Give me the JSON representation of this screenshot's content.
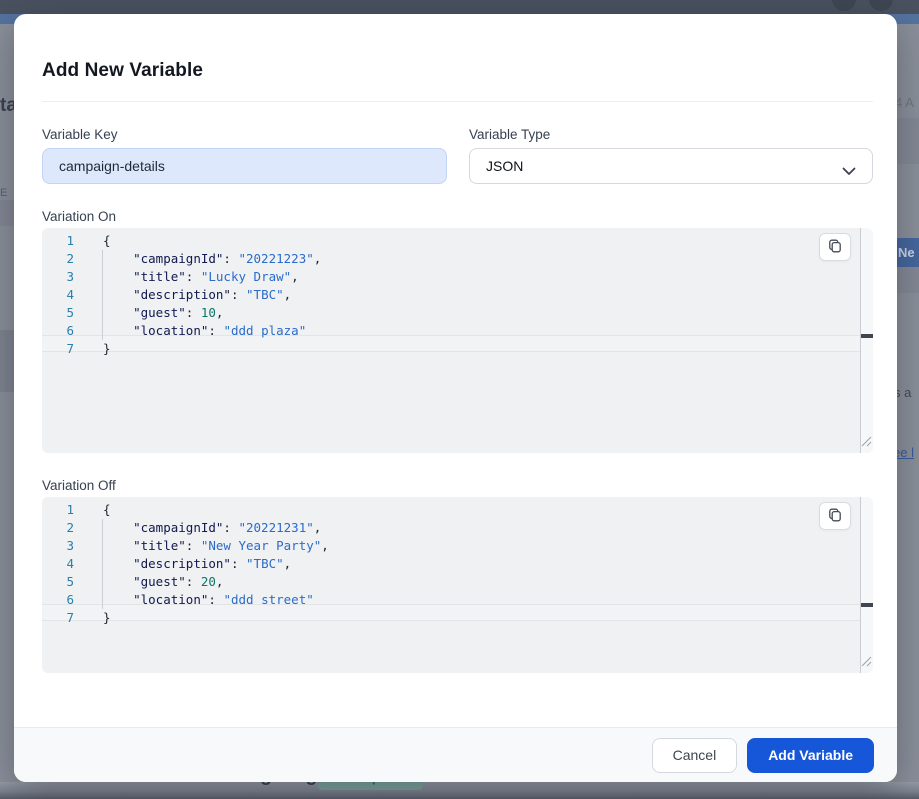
{
  "backdrop": {
    "left_text_fragment": "tai",
    "left_small_fragment": "E",
    "right_date_fragment": "4 A",
    "right_button_fragment": "Ne",
    "right_text_fragment": "s a",
    "right_link_fragment": "ee l",
    "bottom_heading_fragment": "Users & Targeting",
    "bottom_badge_fragment": "Development"
  },
  "modal": {
    "title": "Add New Variable",
    "variable_key": {
      "label": "Variable Key",
      "value": "campaign-details"
    },
    "variable_type": {
      "label": "Variable Type",
      "value": "JSON"
    },
    "variation_on": {
      "label": "Variation On",
      "lines": [
        [
          [
            "p",
            "{"
          ]
        ],
        [
          [
            "w",
            "    "
          ],
          [
            "k",
            "\"campaignId\""
          ],
          [
            "p",
            ": "
          ],
          [
            "s",
            "\"20221223\""
          ],
          [
            "p",
            ","
          ]
        ],
        [
          [
            "w",
            "    "
          ],
          [
            "k",
            "\"title\""
          ],
          [
            "p",
            ": "
          ],
          [
            "s",
            "\"Lucky Draw\""
          ],
          [
            "p",
            ","
          ]
        ],
        [
          [
            "w",
            "    "
          ],
          [
            "k",
            "\"description\""
          ],
          [
            "p",
            ": "
          ],
          [
            "s",
            "\"TBC\""
          ],
          [
            "p",
            ","
          ]
        ],
        [
          [
            "w",
            "    "
          ],
          [
            "k",
            "\"guest\""
          ],
          [
            "p",
            ": "
          ],
          [
            "n",
            "10"
          ],
          [
            "p",
            ","
          ]
        ],
        [
          [
            "w",
            "    "
          ],
          [
            "k",
            "\"location\""
          ],
          [
            "p",
            ": "
          ],
          [
            "s",
            "\"ddd plaza\""
          ]
        ],
        [
          [
            "p",
            "}"
          ]
        ]
      ]
    },
    "variation_off": {
      "label": "Variation Off",
      "lines": [
        [
          [
            "p",
            "{"
          ]
        ],
        [
          [
            "w",
            "    "
          ],
          [
            "k",
            "\"campaignId\""
          ],
          [
            "p",
            ": "
          ],
          [
            "s",
            "\"20221231\""
          ],
          [
            "p",
            ","
          ]
        ],
        [
          [
            "w",
            "    "
          ],
          [
            "k",
            "\"title\""
          ],
          [
            "p",
            ": "
          ],
          [
            "s",
            "\"New Year Party\""
          ],
          [
            "p",
            ","
          ]
        ],
        [
          [
            "w",
            "    "
          ],
          [
            "k",
            "\"description\""
          ],
          [
            "p",
            ": "
          ],
          [
            "s",
            "\"TBC\""
          ],
          [
            "p",
            ","
          ]
        ],
        [
          [
            "w",
            "    "
          ],
          [
            "k",
            "\"guest\""
          ],
          [
            "p",
            ": "
          ],
          [
            "n",
            "20"
          ],
          [
            "p",
            ","
          ]
        ],
        [
          [
            "w",
            "    "
          ],
          [
            "k",
            "\"location\""
          ],
          [
            "p",
            ": "
          ],
          [
            "s",
            "\"ddd street\""
          ]
        ],
        [
          [
            "p",
            "}"
          ]
        ]
      ]
    },
    "footer": {
      "cancel_label": "Cancel",
      "submit_label": "Add Variable"
    }
  },
  "colors": {
    "primary_blue": "#1656d8",
    "input_focus_bg": "#dde8fc",
    "editor_bg": "#eff1f3",
    "code_key": "#11194e",
    "code_string": "#2b6bca",
    "code_number": "#0e7568",
    "line_number_blue": "#2a7fab",
    "navbar_dark": "#4a5260",
    "backdrop_gray": "#8b909b"
  }
}
